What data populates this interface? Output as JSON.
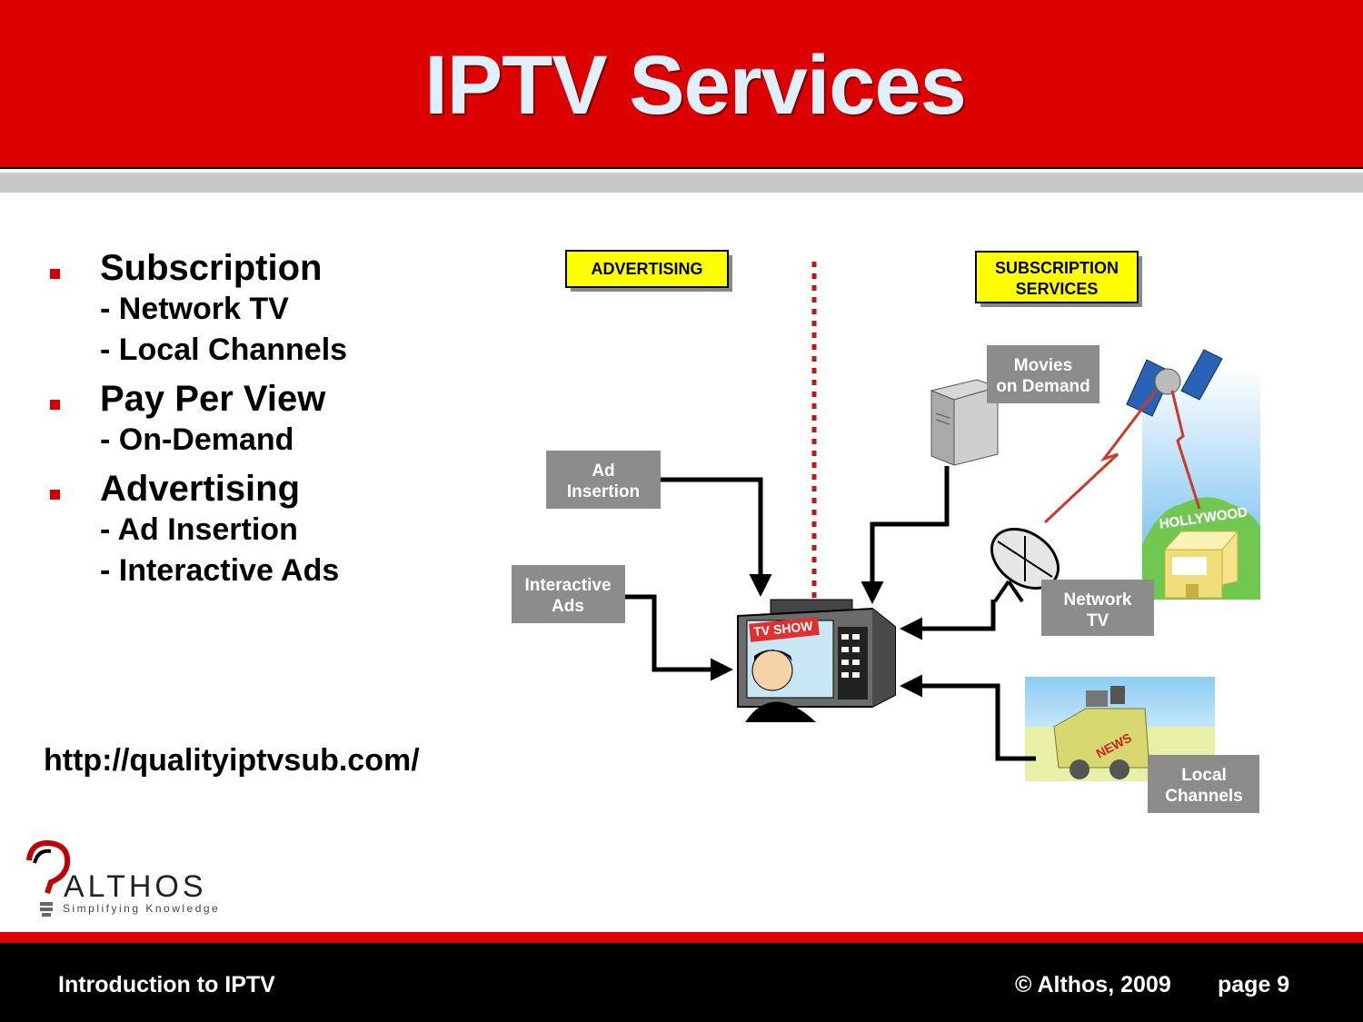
{
  "slide": {
    "title": "IPTV Services",
    "bullets": [
      {
        "head": "Subscription",
        "subs": [
          "- Network TV",
          "- Local Channels"
        ]
      },
      {
        "head": "Pay Per View",
        "subs": [
          "- On-Demand"
        ]
      },
      {
        "head": "Advertising",
        "subs": [
          "- Ad Insertion",
          "- Interactive Ads"
        ]
      }
    ],
    "url": "http://qualityiptvsub.com/"
  },
  "diagram": {
    "advertising_label": "ADVERTISING",
    "subscription_label_1": "SUBSCRIPTION",
    "subscription_label_2": "SERVICES",
    "movies_1": "Movies",
    "movies_2": "on Demand",
    "ad_insertion_1": "Ad",
    "ad_insertion_2": "Insertion",
    "interactive_1": "Interactive",
    "interactive_2": "Ads",
    "network_1": "Network",
    "network_2": "TV",
    "local_1": "Local",
    "local_2": "Channels",
    "tv_show": "TV SHOW",
    "hollywood": "HOLLYWOOD",
    "news": "NEWS"
  },
  "logo": {
    "name": "ALTHOS",
    "tagline": "Simplifying Knowledge"
  },
  "footer": {
    "left": "Introduction to IPTV",
    "copyright": "© Althos, 2009",
    "page": "page 9"
  },
  "colors": {
    "header_red": "#dc0000",
    "bullet_red": "#d40000",
    "label_yellow": "#ffff00",
    "box_gray": "#8c8c8c"
  }
}
